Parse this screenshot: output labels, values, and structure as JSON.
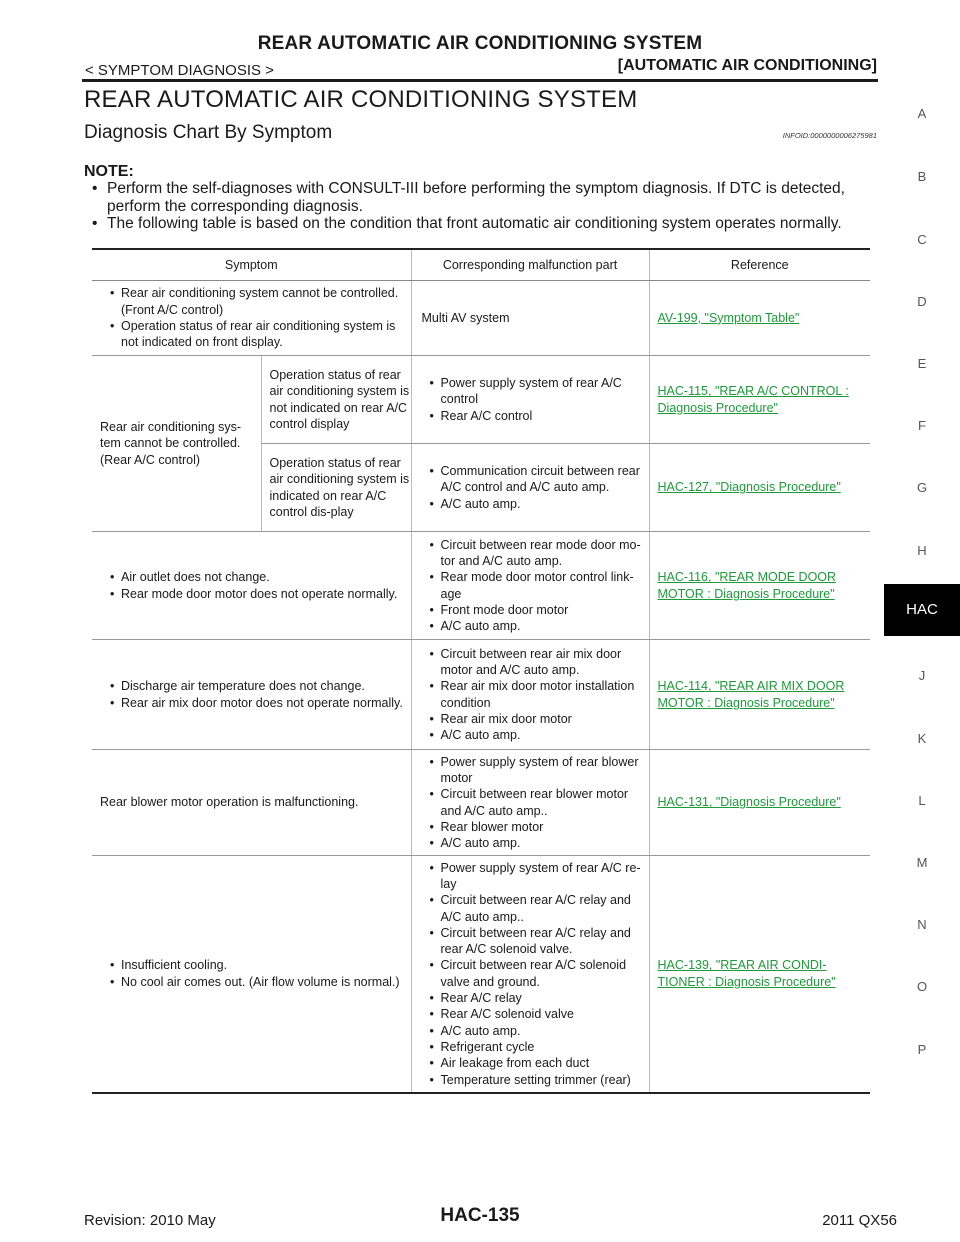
{
  "header": {
    "title": "REAR AUTOMATIC AIR CONDITIONING SYSTEM",
    "section_left": "< SYMPTOM DIAGNOSIS >",
    "section_right": "[AUTOMATIC AIR CONDITIONING]"
  },
  "main_title": "REAR AUTOMATIC AIR CONDITIONING SYSTEM",
  "sub_title": "Diagnosis Chart By Symptom",
  "info_id": "INFOID:0000000006275981",
  "note": {
    "label": "NOTE:",
    "items": [
      "Perform the self-diagnoses with CONSULT-III before performing the symptom diagnosis. If DTC is detected, perform the corresponding diagnosis.",
      "The following table is based on the condition that front automatic air conditioning system operates normally."
    ]
  },
  "table": {
    "headers": [
      "Symptom",
      "Corresponding malfunction part",
      "Reference"
    ],
    "rows": [
      {
        "symptom": [
          "Rear air conditioning system cannot be controlled. (Front A/C control)",
          "Operation status of rear air conditioning system is not indicated on front display."
        ],
        "parts": [
          "Multi AV system"
        ],
        "reference": "AV-199, \"Symptom Table\""
      },
      {
        "symptom_group": "Rear air conditioning sys-tem cannot be controlled. (Rear A/C control)",
        "sub_symptom": "Operation status of rear air conditioning system is not indicated on rear A/C control display",
        "parts": [
          "Power supply system of rear A/C control",
          "Rear A/C control"
        ],
        "reference": "HAC-115, \"REAR A/C CONTROL : Diagnosis Procedure\""
      },
      {
        "sub_symptom": "Operation status of rear air conditioning system is indicated on rear A/C control dis-play",
        "parts": [
          "Communication circuit between rear A/C control and A/C auto amp.",
          "A/C auto amp."
        ],
        "reference": "HAC-127, \"Diagnosis Procedure\""
      },
      {
        "symptom": [
          "Air outlet does not change.",
          "Rear mode door motor does not operate normally."
        ],
        "parts": [
          "Circuit between rear mode door mo-tor and A/C auto amp.",
          "Rear mode door motor control link-age",
          "Front mode door motor",
          "A/C auto amp."
        ],
        "reference": "HAC-116, \"REAR MODE DOOR MOTOR : Diagnosis Procedure\""
      },
      {
        "symptom": [
          "Discharge air temperature does not change.",
          "Rear air mix door motor does not operate normally."
        ],
        "parts": [
          "Circuit between rear air mix door motor and A/C auto amp.",
          "Rear air mix door motor installation condition",
          "Rear air mix door motor",
          "A/C auto amp."
        ],
        "reference": "HAC-114, \"REAR AIR MIX DOOR MOTOR : Diagnosis Procedure\""
      },
      {
        "symptom_text": "Rear blower motor operation is malfunctioning.",
        "parts": [
          "Power supply system of rear blower motor",
          "Circuit between rear blower motor and A/C auto amp..",
          "Rear blower motor",
          "A/C auto amp."
        ],
        "reference": "HAC-131, \"Diagnosis Procedure\""
      },
      {
        "symptom": [
          "Insufficient cooling.",
          "No cool air comes out. (Air flow volume is normal.)"
        ],
        "parts": [
          "Power supply system of rear A/C re-lay",
          "Circuit between rear A/C relay and A/C auto amp..",
          "Circuit between rear A/C relay and rear A/C solenoid valve.",
          "Circuit between rear A/C solenoid valve and ground.",
          "Rear A/C relay",
          "Rear A/C solenoid valve",
          "A/C auto amp.",
          "Refrigerant cycle",
          "Air leakage from each duct",
          "Temperature setting trimmer (rear)"
        ],
        "reference": "HAC-139, \"REAR AIR CONDI-TIONER : Diagnosis Procedure\""
      }
    ]
  },
  "tabs": [
    "A",
    "B",
    "C",
    "D",
    "E",
    "F",
    "G",
    "H",
    "HAC",
    "J",
    "K",
    "L",
    "M",
    "N",
    "O",
    "P"
  ],
  "active_tab": "HAC",
  "footer": {
    "revision": "Revision: 2010 May",
    "page": "HAC-135",
    "model": "2011 QX56"
  },
  "colors": {
    "link": "#1e9a3a",
    "active_tab_bg": "#000000"
  }
}
